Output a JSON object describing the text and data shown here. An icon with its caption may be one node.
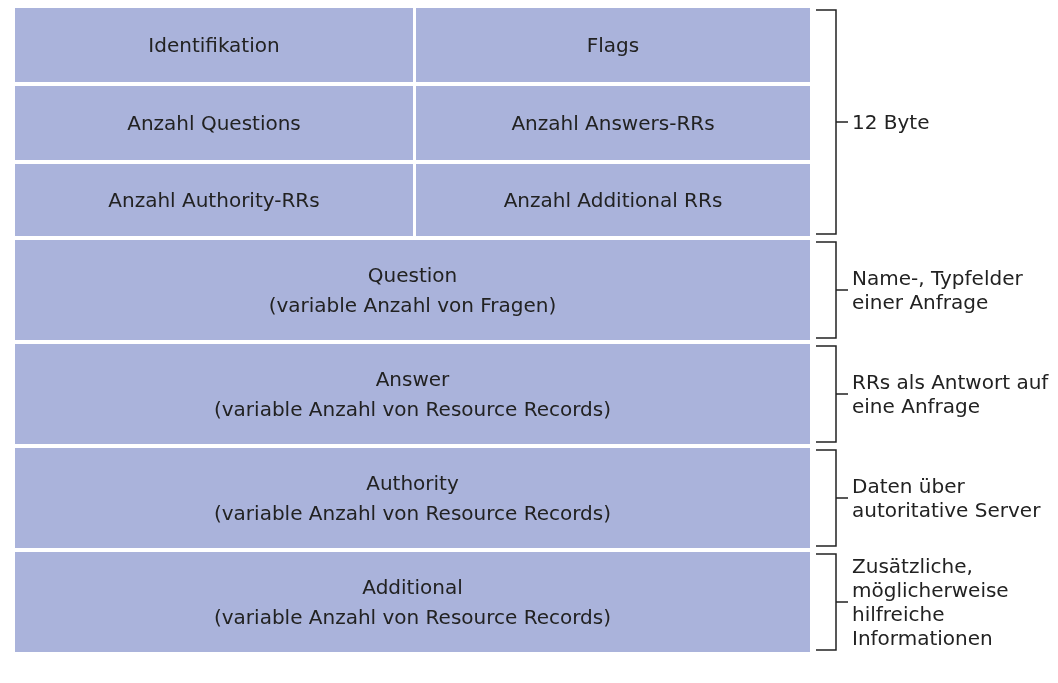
{
  "diagram": {
    "nodes": [
      {
        "text": [
          "Identifikation"
        ]
      },
      {
        "text": [
          "Flags"
        ]
      },
      {
        "text": [
          "Anzahl Questions"
        ]
      },
      {
        "text": [
          "Anzahl Answers-RRs"
        ]
      },
      {
        "text": [
          "Anzahl Authority-RRs"
        ]
      },
      {
        "text": [
          "Anzahl Additional RRs"
        ]
      },
      {
        "text": [
          "Question",
          "(variable Anzahl von Fragen)"
        ]
      },
      {
        "text": [
          "Answer",
          "(variable Anzahl von Resource Records)"
        ]
      },
      {
        "text": [
          "Authority",
          "(variable Anzahl von Resource Records)"
        ]
      },
      {
        "text": [
          "Additional",
          "(variable Anzahl von Resource Records)"
        ]
      }
    ],
    "labels": [
      "12 Byte",
      "Name-, Typfelder einer Anfrage",
      "RRs als Antwort auf eine Anfrage",
      "Daten über autoritative Server",
      "Zusätzliche, möglicherweise hilfreiche Informationen"
    ]
  }
}
